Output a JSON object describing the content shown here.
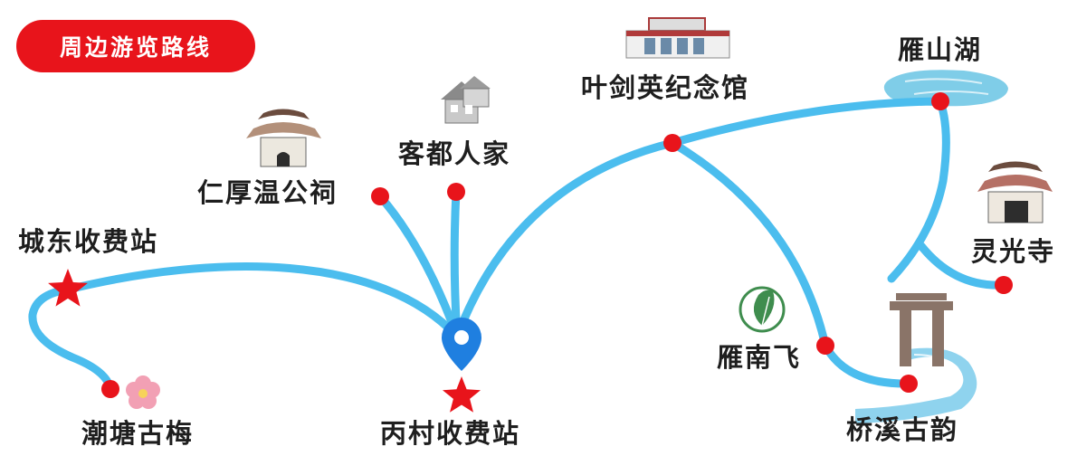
{
  "title": "周边游览路线",
  "colors": {
    "route": "#4bbdee",
    "point": "#e8141b",
    "star": "#e8141b",
    "pin": "#1f7fe0",
    "title_bg": "#e8141b",
    "lake": "#7fcde8"
  },
  "locations": {
    "chengdong_toll": "城东收费站",
    "chaotang": "潮塘古梅",
    "renhou": "仁厚温公祠",
    "kedu": "客都人家",
    "bingcun_toll": "丙村收费站",
    "yejianying": "叶剑英纪念馆",
    "yanshan_lake": "雁山湖",
    "lingguang": "灵光寺",
    "yannanfei": "雁南飞",
    "qiaoxi": "桥溪古韵"
  },
  "icons": {
    "start_star": "red-star-icon",
    "waypoint": "red-dot-icon",
    "current": "blue-location-pin-icon",
    "temple": "temple-gate-icon",
    "house": "house-icon",
    "museum": "museum-building-icon",
    "lake": "lake-icon",
    "leaf": "leaf-icon",
    "flower": "plum-blossom-icon",
    "archway": "archway-icon",
    "stream": "stream-icon"
  }
}
